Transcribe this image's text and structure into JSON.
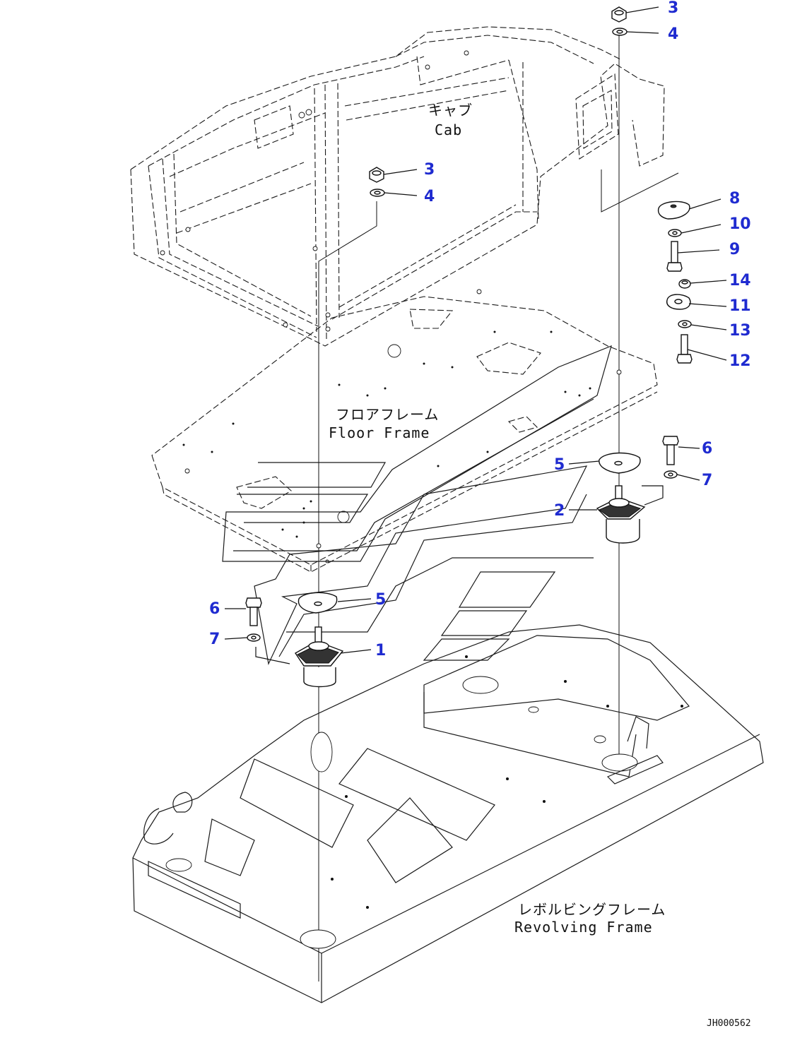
{
  "labels": {
    "cab_jp": "キャブ",
    "cab_en": "Cab",
    "floor_jp": "フロアフレーム",
    "floor_en": "Floor Frame",
    "revolving_jp": "レボルビングフレーム",
    "revolving_en": "Revolving Frame"
  },
  "drawing_code": "JH000562",
  "callouts": {
    "c3_top": "3",
    "c4_top": "4",
    "c3_mid": "3",
    "c4_mid": "4",
    "c8": "8",
    "c10": "10",
    "c9": "9",
    "c14": "14",
    "c11": "11",
    "c13": "13",
    "c12": "12",
    "c6_right": "6",
    "c7_right": "7",
    "c5_right": "5",
    "c2": "2",
    "c6_left": "6",
    "c5_left": "5",
    "c7_left": "7",
    "c1": "1"
  },
  "colors": {
    "callout": "#1f2bd0",
    "line": "#111111"
  }
}
